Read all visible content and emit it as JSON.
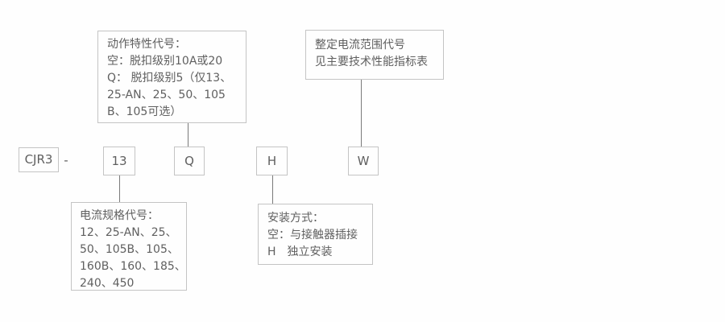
{
  "colors": {
    "background": "#fefefe",
    "box_border": "#c4c4c4",
    "text": "#5f5f5f",
    "connector": "#7a7a7a"
  },
  "model_code": {
    "series": "CJR3",
    "separator": "-",
    "current_spec": "13",
    "action": "Q",
    "install": "H",
    "range": "W"
  },
  "callouts": {
    "action": {
      "lines": [
        "动作特性代号：",
        "空：脱扣级别10A或20",
        "Q： 脱扣级别5（仅13、",
        "25-AN、25、50、105",
        "B、105可选）"
      ]
    },
    "range": {
      "lines": [
        "整定电流范围代号",
        "见主要技术性能指标表"
      ]
    },
    "current_spec": {
      "lines": [
        "电流规格代号：",
        "12、25-AN、25、",
        "50、105B、105、",
        "160B、160、185、",
        "240、450"
      ]
    },
    "install": {
      "lines": [
        "安装方式：",
        "空：与接触器插接",
        "H　独立安装"
      ]
    }
  }
}
